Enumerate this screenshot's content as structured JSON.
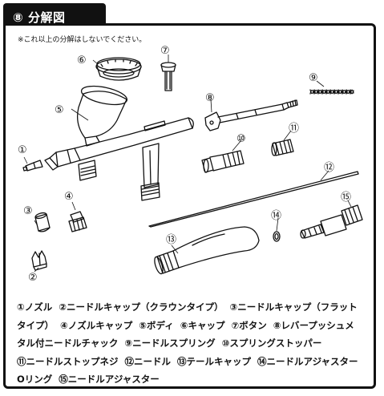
{
  "section": {
    "number": "⑧",
    "title": "分解図"
  },
  "note": "※これ以上の分解はしないでください。",
  "callouts": {
    "c1": "①",
    "c2": "②",
    "c3": "③",
    "c4": "④",
    "c5": "⑤",
    "c6": "⑥",
    "c7": "⑦",
    "c8": "⑧",
    "c9": "⑨",
    "c10": "⑩",
    "c11": "⑪",
    "c12": "⑫",
    "c13": "⑬",
    "c14": "⑭",
    "c15": "⑮"
  },
  "parts": [
    "①ノズル",
    "②ニードルキャップ（クラウンタイプ）",
    "③ニードルキャップ（フラット",
    "タイプ）",
    "④ノズルキャップ",
    "⑤ボディ",
    "⑥キャップ",
    "⑦ボタン",
    "⑧レバープッシュメ",
    "タル付ニードルチャック",
    "⑨ニードルスプリング",
    "⑩スプリングストッパー",
    "⑪ニードルストップネジ",
    "⑫ニードル",
    "⑬テールキャップ",
    "⑭ニードルアジャスター",
    "Oリング",
    "⑮ニードルアジャスター"
  ]
}
